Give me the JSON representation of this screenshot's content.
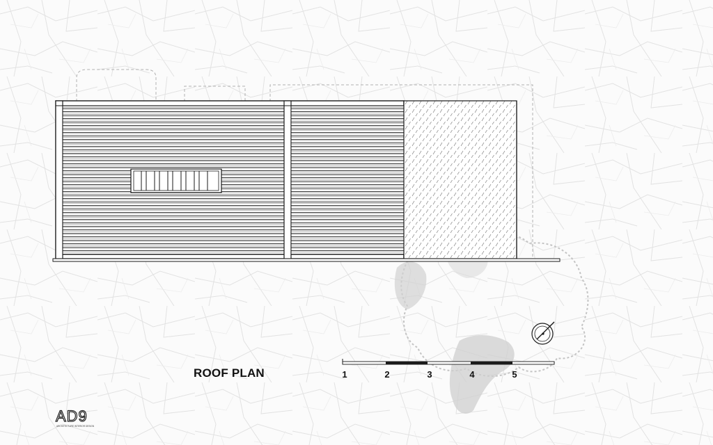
{
  "drawing": {
    "title": "ROOF PLAN",
    "scale_bar": {
      "labels": [
        "1",
        "2",
        "3",
        "4",
        "5"
      ]
    }
  },
  "logo": {
    "mark": "AD9",
    "tagline": "ARCHITECTURE INTERIOR DESIGN"
  },
  "colors": {
    "line": "#1a1a1a",
    "map_background": "#e9e9e9",
    "tree": "#c9c9c9",
    "hatch": "#7a7a7a"
  },
  "icons": {
    "north_arrow": "north-arrow-icon",
    "tree": "tree-icon"
  }
}
